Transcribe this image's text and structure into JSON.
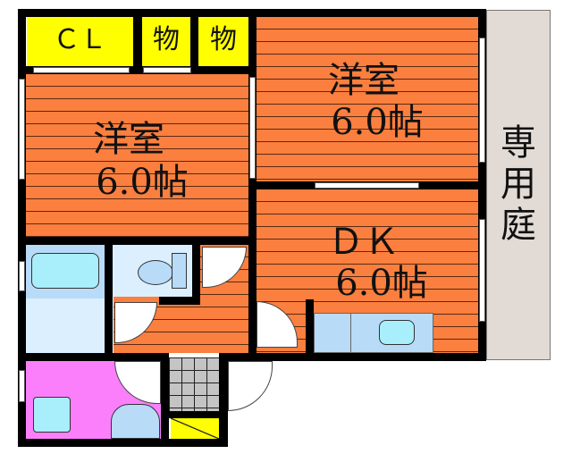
{
  "rooms": {
    "closet": {
      "label": "ＣＬ"
    },
    "storage1": {
      "label": "物"
    },
    "storage2": {
      "label": "物"
    },
    "western_room_left": {
      "name": "洋室",
      "size": "6.0帖"
    },
    "western_room_right": {
      "name": "洋室",
      "size": "6.0帖"
    },
    "dining_kitchen": {
      "name": "ＤＫ",
      "size": "6.0帖"
    },
    "private_garden": {
      "label": "専\n用\n庭"
    }
  },
  "colors": {
    "room_floor": "#fb7f3f",
    "closet": "#ffff00",
    "washroom": "#fb7ffb",
    "bath": "#b8dbf8",
    "garden": "#e2dbd5",
    "walls": "#000000"
  }
}
